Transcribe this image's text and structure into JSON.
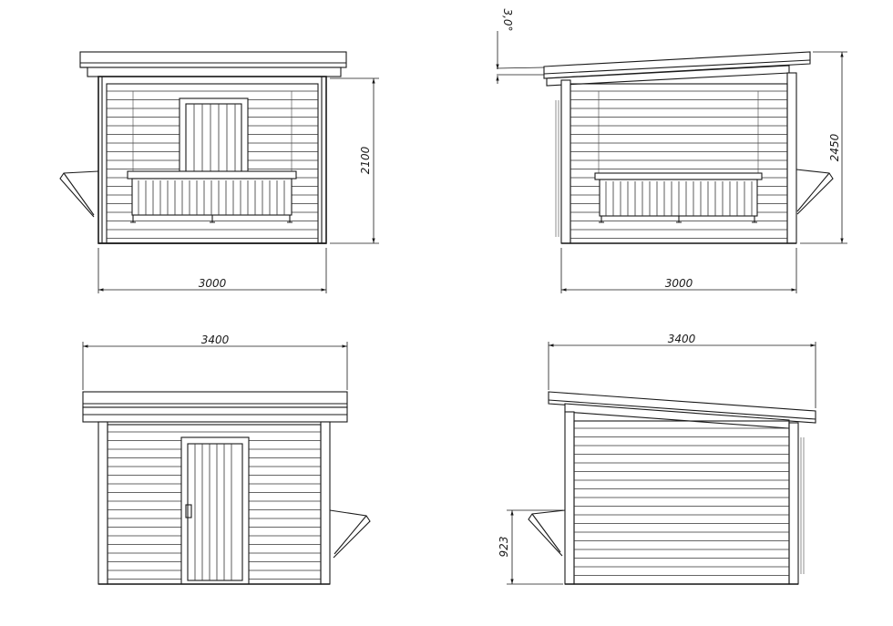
{
  "views": {
    "front": {
      "width_dim": "3000",
      "height_dim": "2100"
    },
    "side_right": {
      "width_dim": "3000",
      "height_dim": "2450",
      "angle_dim": "3,0°"
    },
    "back": {
      "width_dim": "3400"
    },
    "side_left": {
      "width_dim": "3400",
      "counter_height_dim": "923"
    }
  },
  "colors": {
    "line": "#1a1a1a",
    "background": "#ffffff"
  }
}
